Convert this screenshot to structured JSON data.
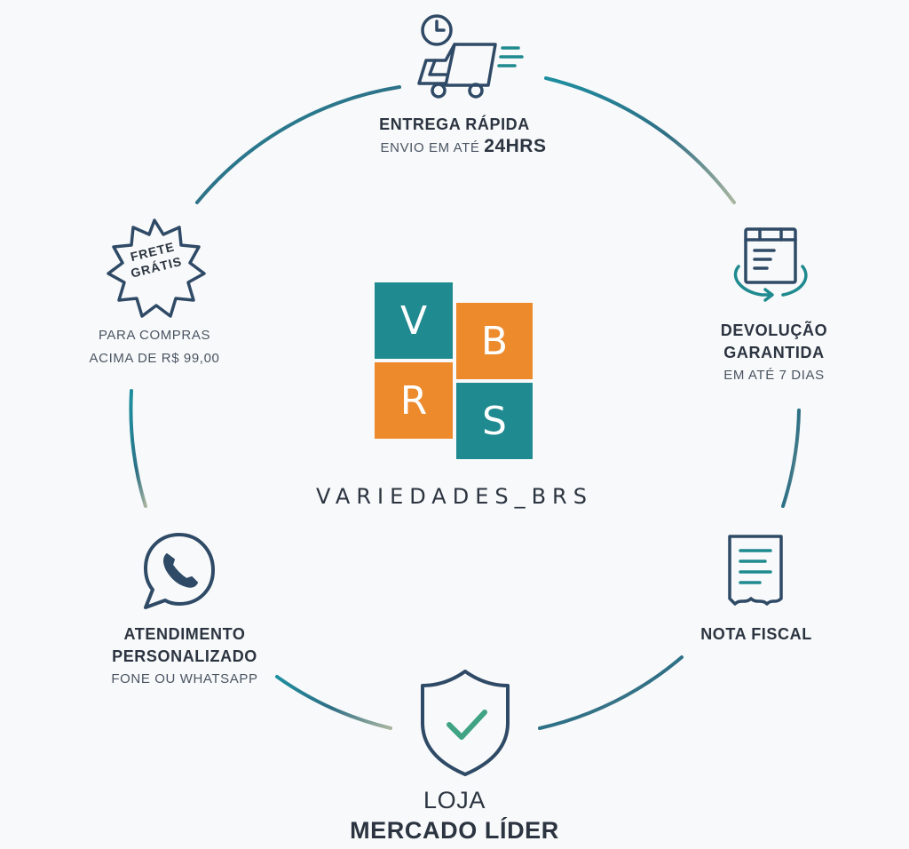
{
  "colors": {
    "teal": "#1f8a8f",
    "orange": "#ec8a2c",
    "navy": "#2f4a66",
    "check": "#3fa384",
    "ring_start": "#1d8fa0",
    "ring_end": "#a9b6a0"
  },
  "logo": {
    "letters": {
      "v": "V",
      "b": "B",
      "r": "R",
      "s": "S"
    },
    "brand_name": "VARIEDADES_BRS"
  },
  "features": {
    "entrega": {
      "icon": "delivery-truck-clock-icon",
      "title": "ENTREGA RÁPIDA",
      "sub_prefix": "ENVIO EM ATÉ",
      "sub_highlight": "24HRS"
    },
    "devolucao": {
      "icon": "box-return-icon",
      "title_line1": "DEVOLUÇÃO",
      "title_line2": "GARANTIDA",
      "sub": "EM ATÉ 7 DIAS"
    },
    "nota": {
      "icon": "receipt-icon",
      "title": "NOTA FISCAL"
    },
    "loja": {
      "icon": "shield-check-icon",
      "title_line1": "LOJA",
      "title_line2": "MERCADO LÍDER"
    },
    "atendimento": {
      "icon": "whatsapp-phone-icon",
      "title_line1": "ATENDIMENTO",
      "title_line2": "PERSONALIZADO",
      "sub": "FONE OU WHATSAPP"
    },
    "frete": {
      "icon": "starburst-badge-icon",
      "badge_line1": "FRETE",
      "badge_line2": "GRÁTIS",
      "sub_line1": "PARA COMPRAS",
      "sub_line2": "ACIMA DE R$ 99,00"
    }
  }
}
